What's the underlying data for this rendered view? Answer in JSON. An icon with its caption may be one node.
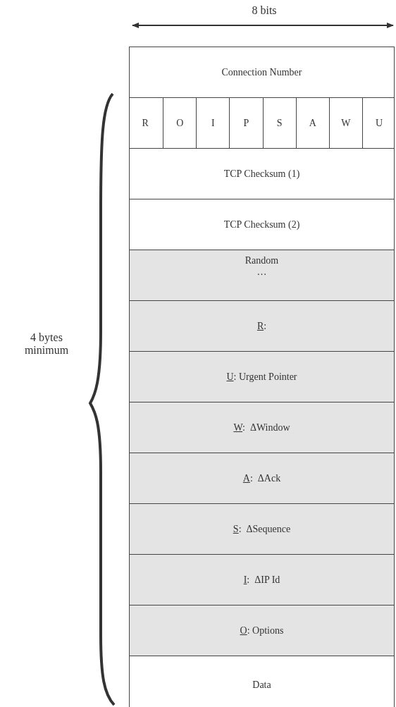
{
  "diagram": {
    "nodes": [
      {
        "text": [
          "Connection Number"
        ]
      },
      {
        "text": [],
        "shape": "box"
      },
      {
        "text": [
          "R"
        ],
        "in": 1
      },
      {
        "text": [
          "O"
        ],
        "in": 1
      },
      {
        "text": [
          "I"
        ],
        "in": 1
      },
      {
        "text": [
          "P"
        ],
        "in": 1
      },
      {
        "text": [
          "S"
        ],
        "in": 1
      },
      {
        "text": [
          "A"
        ],
        "in": 1
      },
      {
        "text": [
          "W"
        ],
        "in": 1
      },
      {
        "text": [
          "U"
        ],
        "in": 1
      },
      {
        "text": [
          "TCP Checksum (1)"
        ]
      },
      {
        "text": [
          "TCP Checksum (2)"
        ]
      },
      {
        "text": [
          "Random",
          "…"
        ]
      },
      {
        "text": [
          "R",
          ":"
        ]
      },
      {
        "text": [
          "U",
          ": Urgent Pointer"
        ]
      },
      {
        "text": [
          "W",
          ":  ΔWindow"
        ]
      },
      {
        "text": [
          "A",
          ":  ΔAck"
        ]
      },
      {
        "text": [
          "S",
          ":  ΔSequence"
        ]
      },
      {
        "text": [
          "I",
          ":  ΔIP Id"
        ]
      },
      {
        "text": [
          "O",
          ": Options"
        ]
      },
      {
        "text": [
          "Data"
        ]
      }
    ],
    "labels": [
      "8 bits",
      "4 bytes minimum"
    ]
  }
}
